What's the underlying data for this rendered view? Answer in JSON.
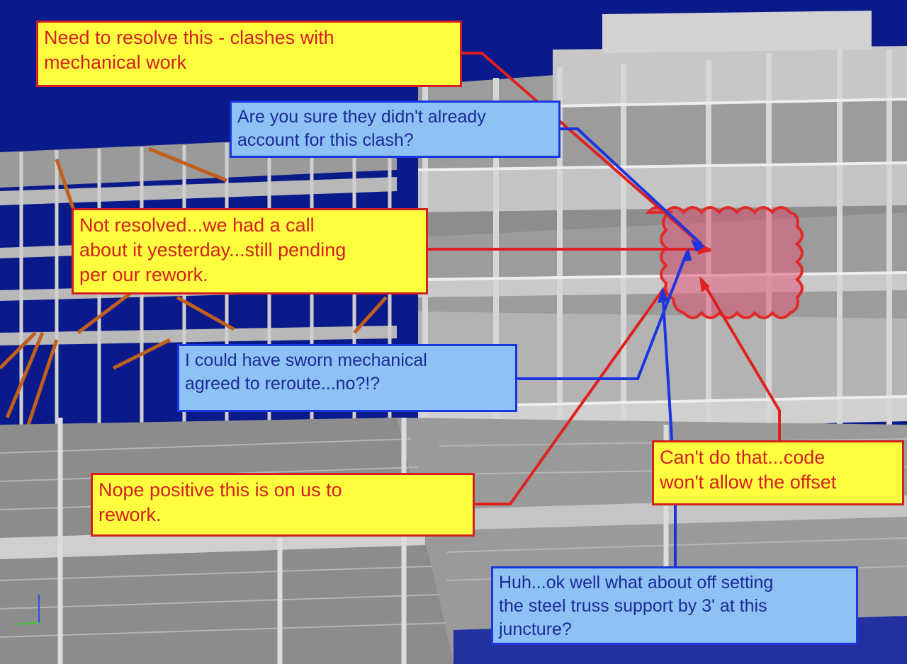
{
  "viewer": {
    "scene": "3D structural steel model with markup comments",
    "colors": {
      "sky": "#0a1a8a",
      "steel": "#c8c8c8",
      "brace": "#c0601c",
      "red_markup": "#d41f1f",
      "blue_markup": "#1b36e0",
      "red_note_fill": "#ffff3f",
      "blue_note_fill": "#8fc2f4",
      "cloud_fill": "#e05a78"
    }
  },
  "comments": [
    {
      "id": "c1",
      "author_color": "red",
      "text": "Need to resolve this - clashes with\nmechanical work"
    },
    {
      "id": "c2",
      "author_color": "blue",
      "text": "Are you sure they didn't already\naccount for this clash?"
    },
    {
      "id": "c3",
      "author_color": "red",
      "text": "Not resolved...we had a call\nabout it yesterday...still pending\nper our rework."
    },
    {
      "id": "c4",
      "author_color": "blue",
      "text": "I could have sworn mechanical\nagreed to reroute...no?!?"
    },
    {
      "id": "c5",
      "author_color": "red",
      "text": "Nope positive this is on us to\nrework."
    },
    {
      "id": "c6",
      "author_color": "red",
      "text": "Can't do that...code\nwon't allow the offset"
    },
    {
      "id": "c7",
      "author_color": "blue",
      "text": "Huh...ok well what about off setting\nthe steel truss support by 3' at this\njuncture?"
    }
  ]
}
